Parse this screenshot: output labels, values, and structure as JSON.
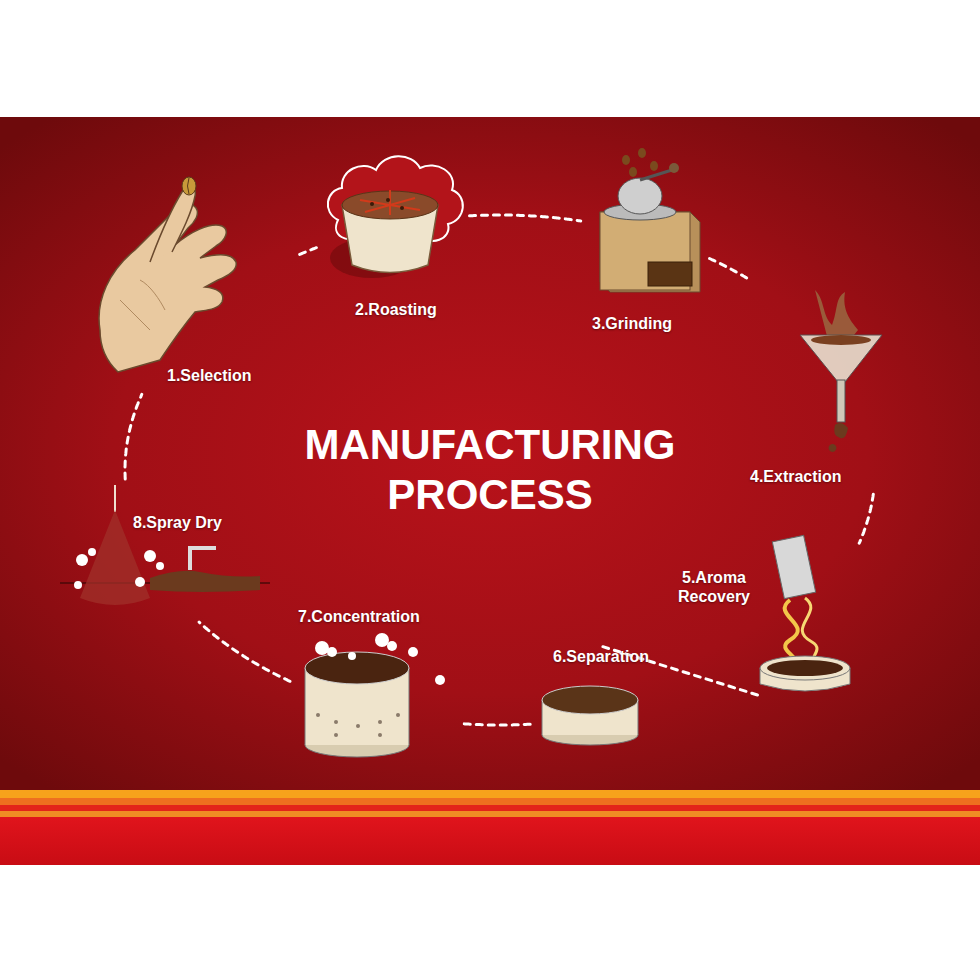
{
  "diagram": {
    "title": "MANUFACTURING PROCESS",
    "nodes": [
      {
        "text": [
          "1.Selection"
        ]
      },
      {
        "text": [
          "2.Roasting"
        ]
      },
      {
        "text": [
          "3.Grinding"
        ]
      },
      {
        "text": [
          "4.Extraction"
        ]
      },
      {
        "text": [
          "5.Aroma Recovery"
        ]
      },
      {
        "text": [
          "6.Separation"
        ]
      },
      {
        "text": [
          "7.Concentration"
        ]
      },
      {
        "text": [
          "8.Spray Dry"
        ]
      }
    ],
    "edges": [
      {
        "from": 0,
        "to": 1,
        "arrow": "none"
      },
      {
        "from": 1,
        "to": 2,
        "arrow": "none"
      },
      {
        "from": 2,
        "to": 3,
        "arrow": "none"
      },
      {
        "from": 3,
        "to": 4,
        "arrow": "none"
      },
      {
        "from": 4,
        "to": 5,
        "arrow": "none"
      },
      {
        "from": 5,
        "to": 6,
        "arrow": "none"
      },
      {
        "from": 6,
        "to": 7,
        "arrow": "none"
      },
      {
        "from": 7,
        "to": 0,
        "arrow": "none"
      }
    ]
  }
}
